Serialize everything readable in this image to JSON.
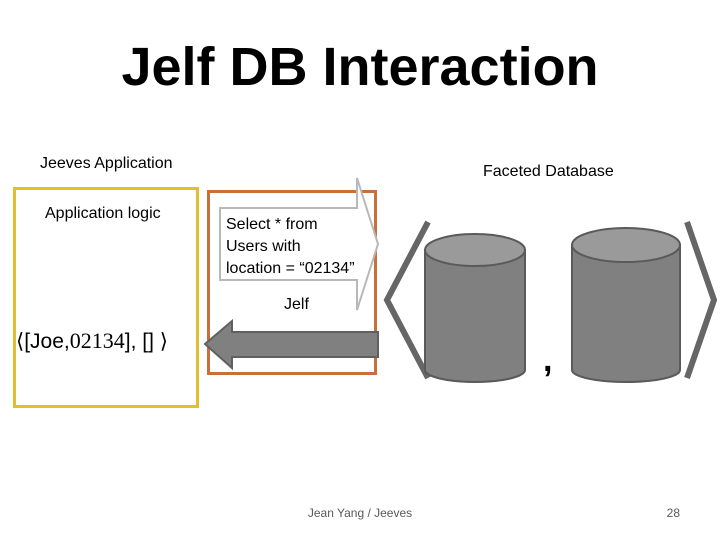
{
  "slide": {
    "title": "Jelf DB Interaction",
    "jeeves_application_label": "Jeeves Application",
    "application_logic_label": "Application logic",
    "faceted_database_label": "Faceted Database",
    "query_lines": [
      "Select * from",
      "Users with",
      "location = “02134”"
    ],
    "jelf_label": "Jelf",
    "result": {
      "open": "⟨[Joe,",
      "zip": "02134",
      "close": "], [] ⟩"
    },
    "facet_separator": ",",
    "footer": "Jean Yang / Jeeves",
    "page_number": "28"
  },
  "colors": {
    "app_border": "#e0c030",
    "jelf_border": "#c8703a",
    "cylinder_fill": "#808080",
    "arrow_fill": "#808080"
  }
}
